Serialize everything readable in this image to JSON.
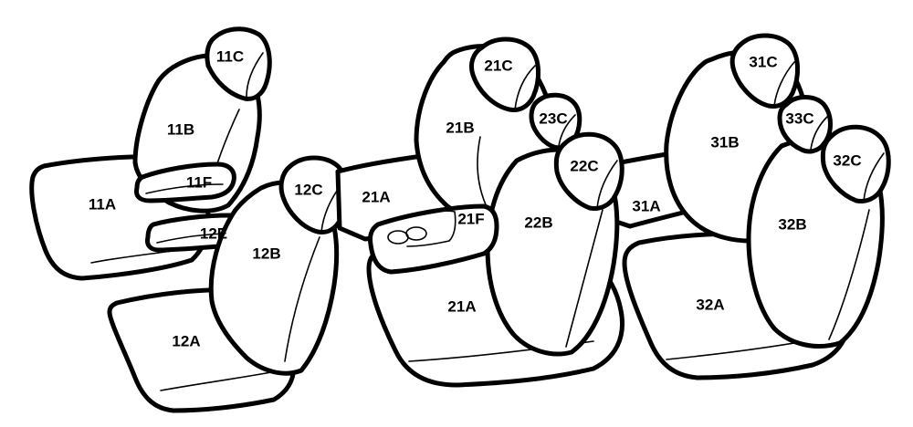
{
  "labels": {
    "l11C": "11C",
    "l11B": "11B",
    "l11F": "11F",
    "l11A": "11A",
    "l12E": "12E",
    "l12C": "12C",
    "l12B": "12B",
    "l12A": "12A",
    "l21A_top": "21A",
    "l21C": "21C",
    "l21B": "21B",
    "l23C": "23C",
    "l22C": "22C",
    "l21F": "21F",
    "l22B": "22B",
    "l21A_bottom": "21A",
    "l31A": "31A",
    "l31C": "31C",
    "l33C": "33C",
    "l31B": "31B",
    "l32C": "32C",
    "l32B": "32B",
    "l32A": "32A"
  }
}
